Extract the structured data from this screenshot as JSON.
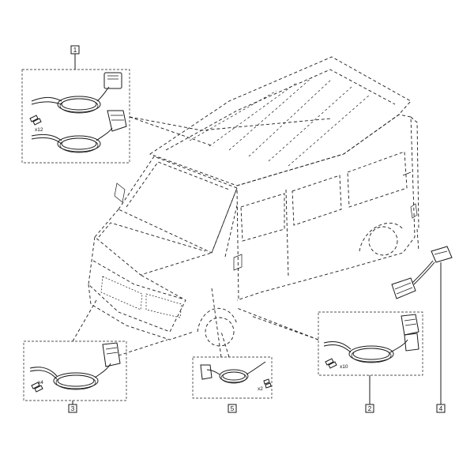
{
  "callouts": [
    {
      "label": "1"
    },
    {
      "label": "2"
    },
    {
      "label": "3"
    },
    {
      "label": "4"
    },
    {
      "label": "5"
    }
  ],
  "quantities": {
    "kit1": "x12",
    "kit2": "x10",
    "kit3": "x4",
    "kit5": "x2"
  },
  "colors": {
    "line": "#1a1a1a",
    "background": "#ffffff"
  }
}
